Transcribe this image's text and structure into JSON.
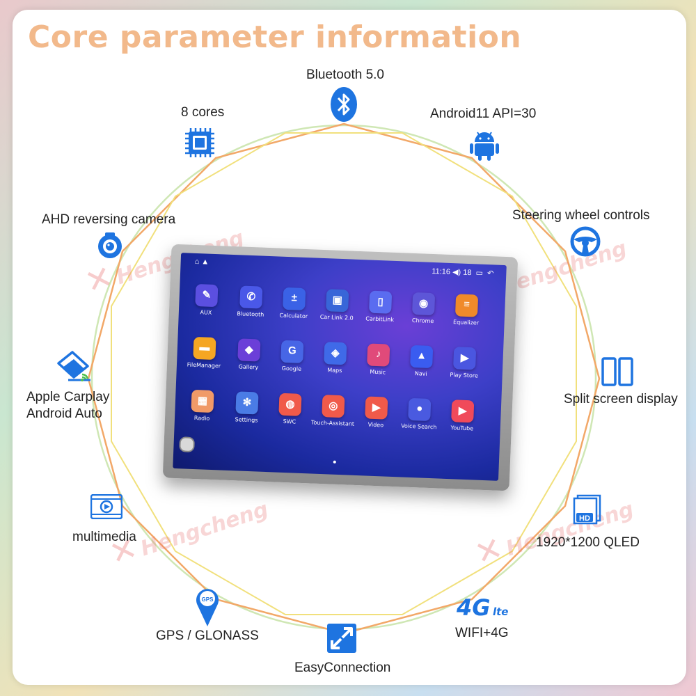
{
  "heading": "Core parameter information",
  "watermark": "Hengcheng",
  "colors": {
    "heading": "#f2b98b",
    "outer_polygon": "#f0a060",
    "inner_polygon": "#f3e07a",
    "circle": "#c9e6a8",
    "icon_blue": "#1e74e0"
  },
  "features": [
    {
      "label": "Bluetooth 5.0",
      "icon": "bluetooth-icon"
    },
    {
      "label": "8 cores",
      "icon": "cpu-chip-icon"
    },
    {
      "label": "Android11 API=30",
      "icon": "android-icon"
    },
    {
      "label": "AHD reversing camera",
      "icon": "camera-icon"
    },
    {
      "label": "Steering wheel controls",
      "icon": "steering-wheel-icon"
    },
    {
      "label": "Apple Carplay",
      "label2": "Android Auto",
      "icon": "carplay-icon"
    },
    {
      "label": "Split screen display",
      "icon": "split-screen-icon"
    },
    {
      "label": "multimedia",
      "icon": "play-icon"
    },
    {
      "label": "1920*1200 QLED",
      "icon": "hd-icon",
      "icon_text": "HD"
    },
    {
      "label": "GPS / GLONASS",
      "icon": "gps-pin-icon",
      "icon_text": "GPS"
    },
    {
      "label": "WIFI+4G",
      "icon": "4g-lte-icon",
      "icon_text": "4G",
      "icon_text2": "lte"
    },
    {
      "label": "EasyConnection",
      "icon": "expand-arrows-icon"
    }
  ],
  "tablet": {
    "time": "11:16",
    "volume": "18",
    "apps": [
      {
        "name": "AUX",
        "color": "#5b4fe0",
        "glyph": "✎"
      },
      {
        "name": "Bluetooth",
        "color": "#4a58e8",
        "glyph": "✆"
      },
      {
        "name": "Calculator",
        "color": "#3a62e6",
        "glyph": "±"
      },
      {
        "name": "Car Link 2.0",
        "color": "#3866d8",
        "glyph": "▣"
      },
      {
        "name": "CarbitLink",
        "color": "#5a6cf0",
        "glyph": "▯"
      },
      {
        "name": "Chrome",
        "color": "#5d56d8",
        "glyph": "◉"
      },
      {
        "name": "Equalizer",
        "color": "#f08a2a",
        "glyph": "≡"
      },
      {
        "name": "FileManager",
        "color": "#f5a623",
        "glyph": "▬"
      },
      {
        "name": "Gallery",
        "color": "#6b3fd8",
        "glyph": "◆"
      },
      {
        "name": "Google",
        "color": "#4766e6",
        "glyph": "G"
      },
      {
        "name": "Maps",
        "color": "#3f6ae8",
        "glyph": "◈"
      },
      {
        "name": "Music",
        "color": "#e04a7a",
        "glyph": "♪"
      },
      {
        "name": "Navi",
        "color": "#3a5cf0",
        "glyph": "▲"
      },
      {
        "name": "Play Store",
        "color": "#4a56e0",
        "glyph": "▶"
      },
      {
        "name": "Radio",
        "color": "#f09a68",
        "glyph": "▦"
      },
      {
        "name": "Settings",
        "color": "#4a7ce6",
        "glyph": "✻"
      },
      {
        "name": "SWC",
        "color": "#f05a4a",
        "glyph": "◍"
      },
      {
        "name": "Touch-Assistant",
        "color": "#f05a4a",
        "glyph": "◎"
      },
      {
        "name": "Video",
        "color": "#f05a4a",
        "glyph": "▶"
      },
      {
        "name": "Voice Search",
        "color": "#4a5ae0",
        "glyph": "●"
      },
      {
        "name": "YouTube",
        "color": "#f04a5a",
        "glyph": "▶"
      }
    ]
  }
}
